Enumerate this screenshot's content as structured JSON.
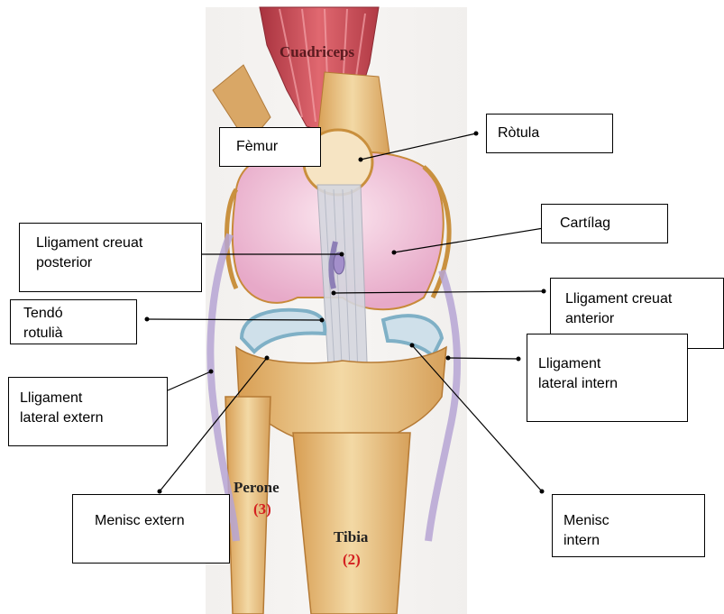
{
  "diagram": {
    "labels": {
      "rotula": "Ròtula",
      "femur": "Fèmur",
      "cartilag": "Cartílag",
      "lcp_line1": "Lligament creuat",
      "lcp_line2": "posterior",
      "lca_line1": "Lligament creuat",
      "lca_line2": "anterior",
      "tendo_line1": "Tendó",
      "tendo_line2": "rotulià",
      "lle_line1": "Lligament",
      "lle_line2": "lateral extern",
      "lli_line1": "Lligament",
      "lli_line2": "lateral intern",
      "menisc_extern": "Menisc extern",
      "menisc_intern_line1": "Menisc",
      "menisc_intern_line2": "intern"
    },
    "image_text": {
      "cuadriceps": "Cuadriceps",
      "perone": "Perone",
      "perone_num": "(3)",
      "tibia": "Tibia",
      "tibia_num": "(2)"
    },
    "colors": {
      "bone": "#e2b86f",
      "muscle": "#c2424e",
      "cartilage": "#f3c7dc",
      "meniscus": "#9fc8d8",
      "ligament": "#b6a4d4",
      "tendon": "#cfd3dd",
      "bone_number": "#d42020"
    }
  }
}
